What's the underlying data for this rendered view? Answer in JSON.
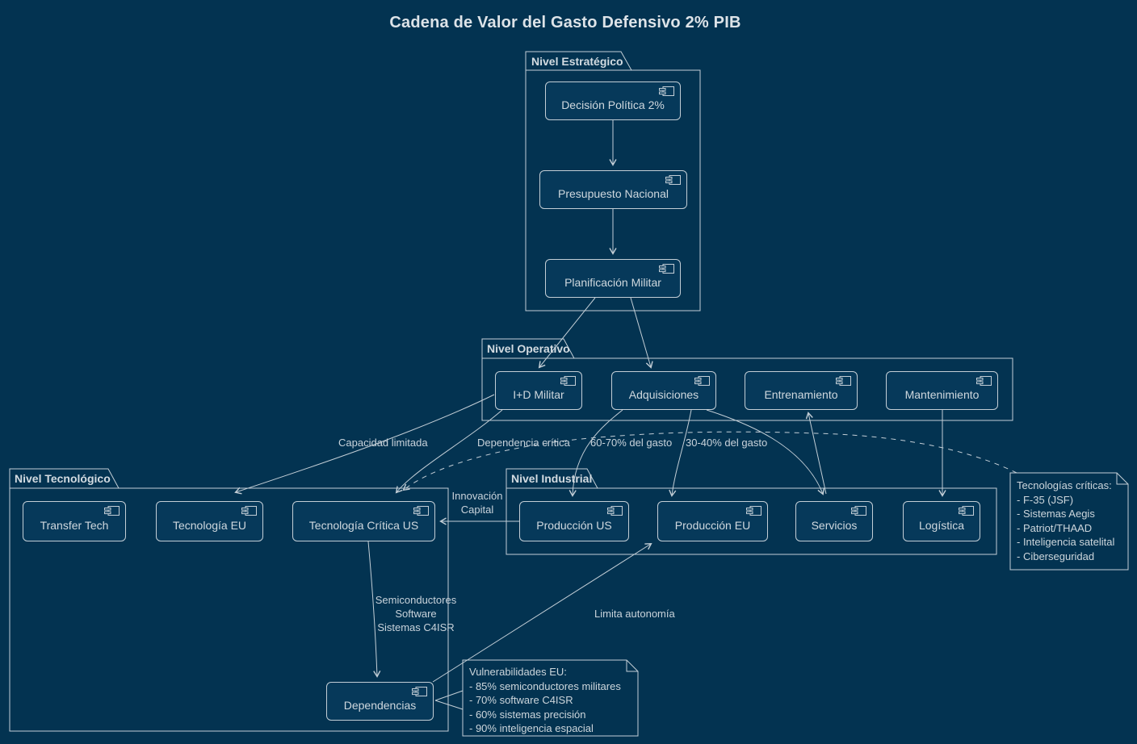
{
  "title": "Cadena de Valor del Gasto Defensivo 2% PIB",
  "colors": {
    "background": "#033351",
    "line": "#c3ced6",
    "text": "#cfd8de",
    "component_fill": "#06395a"
  },
  "packages": {
    "estrategico": {
      "label": "Nivel Estratégico",
      "components": {
        "decision": "Decisión Política 2%",
        "presupuesto": "Presupuesto Nacional",
        "planificacion": "Planificación Militar"
      }
    },
    "operativo": {
      "label": "Nivel Operativo",
      "components": {
        "id_militar": "I+D Militar",
        "adquisiciones": "Adquisiciones",
        "entrenamiento": "Entrenamiento",
        "mantenimiento": "Mantenimiento"
      }
    },
    "tecnologico": {
      "label": "Nivel Tecnológico",
      "components": {
        "transfer_tech": "Transfer Tech",
        "tecnologia_eu": "Tecnología EU",
        "tecnologia_critica_us": "Tecnología Crítica US",
        "dependencias": "Dependencias"
      }
    },
    "industrial": {
      "label": "Nivel Industrial",
      "components": {
        "produccion_us": "Producción US",
        "produccion_eu": "Producción EU",
        "servicios": "Servicios",
        "logistica": "Logística"
      }
    }
  },
  "edge_labels": {
    "capacidad_limitada": "Capacidad limitada",
    "dependencia_critica": "Dependencia crítica",
    "gasto_60_70": "60-70% del gasto",
    "gasto_30_40": "30-40% del gasto",
    "innovacion_line1": "Innovación",
    "innovacion_line2": "Capital",
    "semiconductores_line1": "Semiconductores",
    "semiconductores_line2": "Software",
    "semiconductores_line3": "Sistemas C4ISR",
    "limita_autonomia": "Limita autonomía"
  },
  "notes": {
    "tecnologias_criticas": {
      "lines": [
        "Tecnologías críticas:",
        "- F-35 (JSF)",
        "- Sistemas Aegis",
        "- Patriot/THAAD",
        "- Inteligencia satelital",
        "- Ciberseguridad"
      ]
    },
    "vulnerabilidades_eu": {
      "lines": [
        "Vulnerabilidades EU:",
        "- 85% semiconductores militares",
        "- 70% software C4ISR",
        "- 60% sistemas precisión",
        "- 90% inteligencia espacial"
      ]
    }
  }
}
